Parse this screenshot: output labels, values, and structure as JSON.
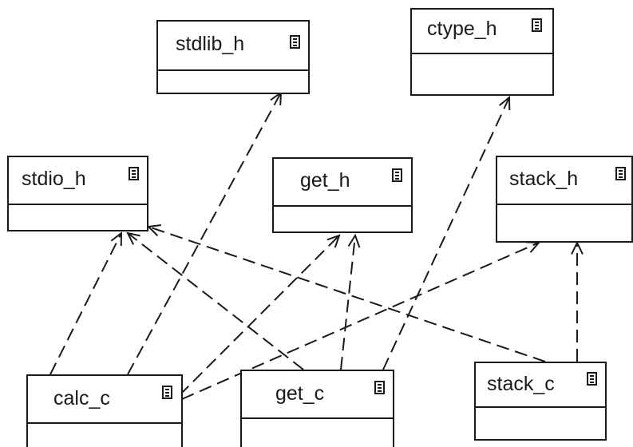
{
  "modules": {
    "stdlib_h": {
      "name": "stdlib_h",
      "icon": "document-icon"
    },
    "ctype_h": {
      "name": "ctype_h",
      "icon": "document-icon"
    },
    "stdio_h": {
      "name": "stdio_h",
      "icon": "document-icon"
    },
    "get_h": {
      "name": "get_h",
      "icon": "document-icon"
    },
    "stack_h": {
      "name": "stack_h",
      "icon": "document-icon"
    },
    "calc_c": {
      "name": "calc_c",
      "icon": "document-icon"
    },
    "get_c": {
      "name": "get_c",
      "icon": "document-icon"
    },
    "stack_c": {
      "name": "stack_c",
      "icon": "document-icon"
    }
  },
  "dependencies": [
    {
      "from": "calc_c",
      "to": "stdio_h"
    },
    {
      "from": "calc_c",
      "to": "stdlib_h"
    },
    {
      "from": "calc_c",
      "to": "get_h"
    },
    {
      "from": "calc_c",
      "to": "stack_h"
    },
    {
      "from": "get_c",
      "to": "stdio_h"
    },
    {
      "from": "get_c",
      "to": "get_h"
    },
    {
      "from": "get_c",
      "to": "ctype_h"
    },
    {
      "from": "stack_c",
      "to": "stdio_h"
    },
    {
      "from": "stack_c",
      "to": "stack_h"
    }
  ]
}
